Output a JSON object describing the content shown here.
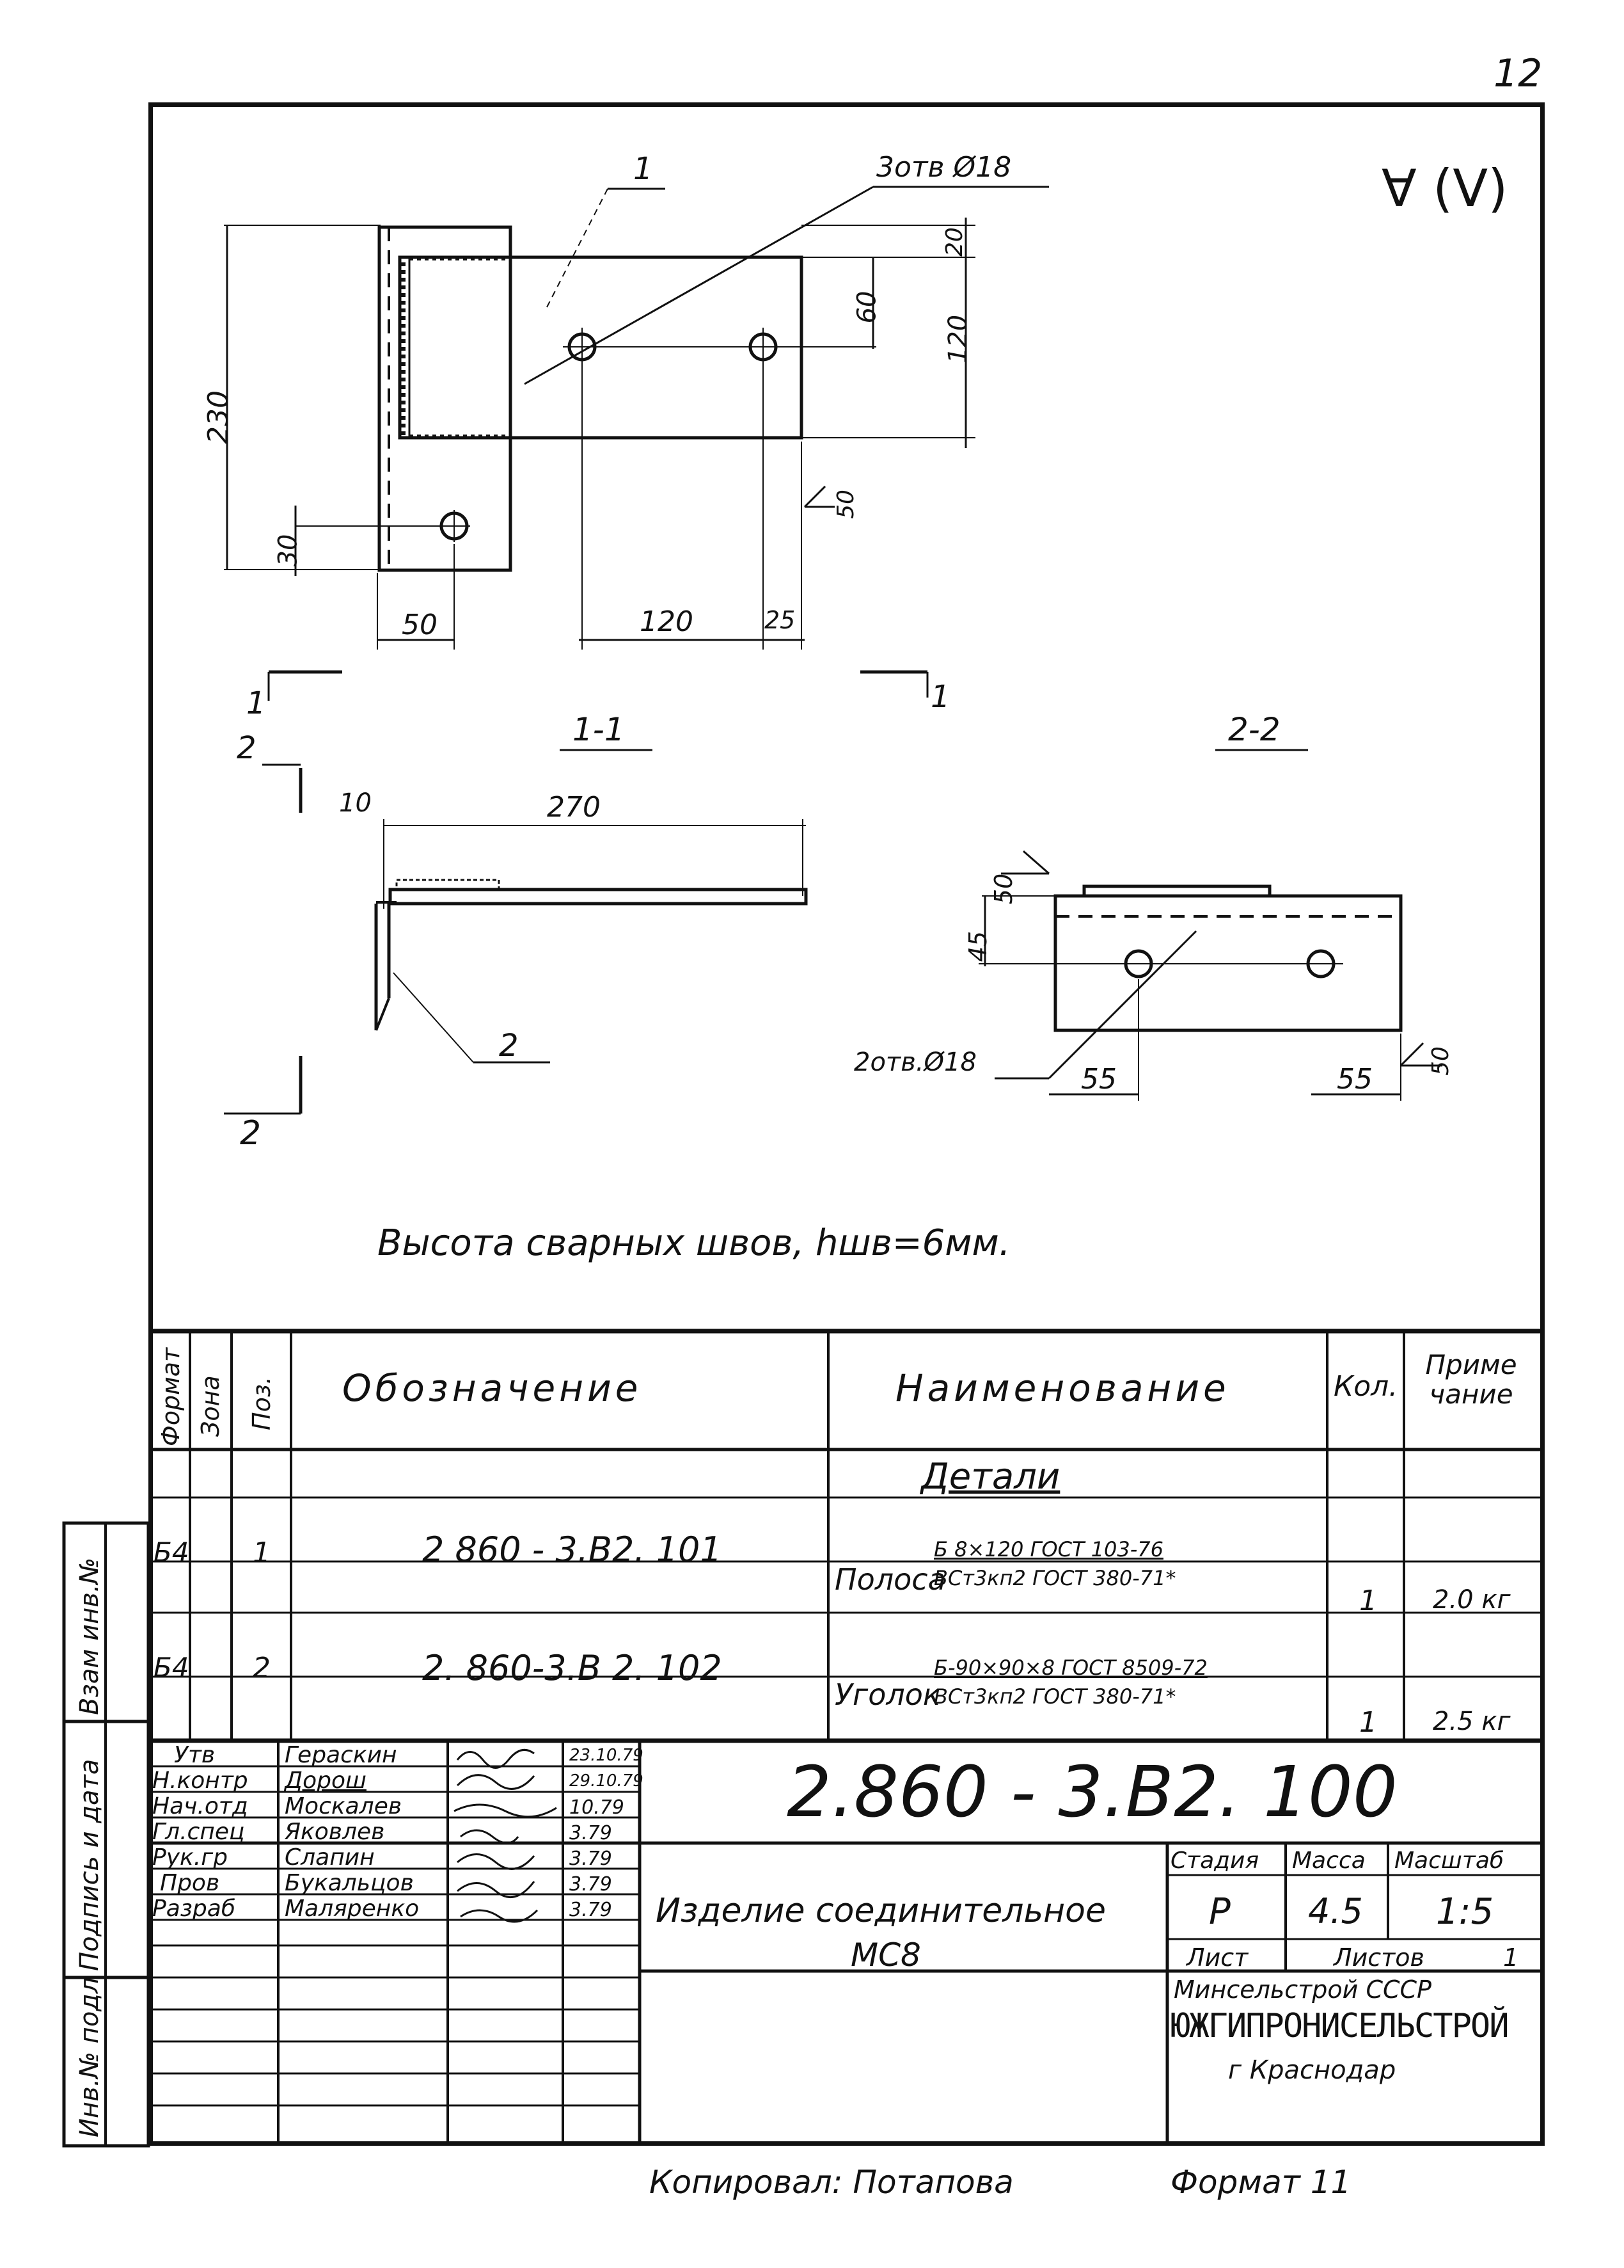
{
  "drawing": {
    "top_note_symbol": "∀ (V)",
    "corner_mark": "12",
    "leader_1": "1",
    "holes_top": "3отв Ø18",
    "dim_20": "20",
    "dim_60": "60",
    "dim_120_v": "120",
    "dim_230": "230",
    "dim_30_left": "30",
    "dim_50": "50",
    "dim_120_h": "120",
    "dim_25": "25",
    "weld_50_top": "50",
    "section_1_left": "1",
    "section_1_right": "1",
    "section_2_top": "2",
    "section_2_bottom": "2",
    "view_1_1": "1-1",
    "view_2_2": "2-2",
    "dim_10": "10",
    "dim_270": "270",
    "leader_2": "2",
    "dim_50_22": "50",
    "dim_45": "45",
    "holes_bottom": "2отв.Ø18",
    "dim_55_left": "55",
    "dim_55_right": "55",
    "weld_50_right": "50",
    "weld_note": "Высота сварных швов, hшв=6мм."
  },
  "spec_table": {
    "headers": {
      "format": "Формат",
      "zone": "Зона",
      "pos": "Поз.",
      "designation": "Обозначение",
      "name": "Наименование",
      "qty": "Кол.",
      "note": "Приме чание"
    },
    "section_title": "Детали",
    "rows": [
      {
        "format": "Б4",
        "pos": "1",
        "designation": "2 860 - 3.В2. 101",
        "name": "Полоса",
        "spec_top": "Б 8×120 ГОСТ 103-76",
        "spec_bottom": "ВСт3кп2 ГОСТ 380-71*",
        "qty": "1",
        "note": "2.0 кг"
      },
      {
        "format": "Б4",
        "pos": "2",
        "designation": "2. 860-3.В 2. 102",
        "name": "Уголок",
        "spec_top": "Б-90×90×8 ГОСТ 8509-72",
        "spec_bottom": "ВСт3кп2 ГОСТ 380-71*",
        "qty": "1",
        "note": "2.5 кг"
      }
    ]
  },
  "side_stamp": {
    "col1": "Взам инв.№",
    "col2": "Подпись и дата",
    "col3": "Инв.№ подл"
  },
  "title_block": {
    "signatures": [
      {
        "role": "Утв",
        "name": "Гераскин",
        "date": "23.10.79"
      },
      {
        "role": "Н.контр",
        "name": "Дорош",
        "date": "29.10.79"
      },
      {
        "role": "Нач.отд",
        "name": "Москалев",
        "date": "10.79"
      },
      {
        "role": "Гл.спец",
        "name": "Яковлев",
        "date": "3.79"
      },
      {
        "role": "Рук.гр",
        "name": "Слапин",
        "date": "3.79"
      },
      {
        "role": "Пров",
        "name": "Букальцов",
        "date": "3.79"
      },
      {
        "role": "Разраб",
        "name": "Маляренко",
        "date": "3.79"
      }
    ],
    "doc_number": "2.860 - 3.В2. 100",
    "product_name_1": "Изделие соединительное",
    "product_name_2": "МС8",
    "stage_label": "Стадия",
    "mass_label": "Масса",
    "scale_label": "Масштаб",
    "stage": "Р",
    "mass": "4.5",
    "scale": "1:5",
    "sheet_label": "Лист",
    "sheets_label": "Листов",
    "sheets": "1",
    "org_1": "Минсельстрой СССР",
    "org_2": "ЮЖГИПРОНИСЕЛЬСТРОЙ",
    "org_3": "г Краснодар"
  },
  "footer": {
    "copied_by": "Копировал: Потапова",
    "format": "Формат 11"
  }
}
